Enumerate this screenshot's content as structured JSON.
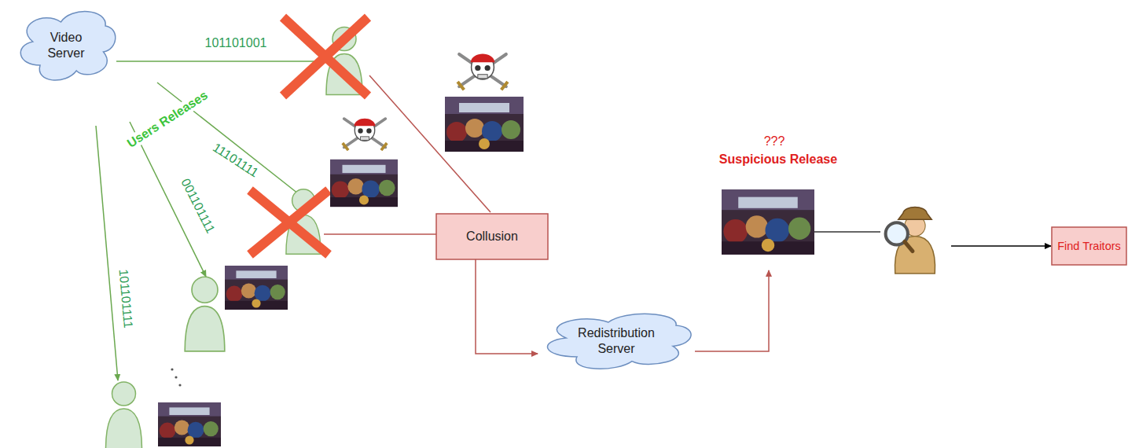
{
  "diagram": {
    "nodes": [
      {
        "text": [
          "Video Server"
        ]
      },
      {
        "text": [
          "Collusion"
        ]
      },
      {
        "text": [
          "Redistribution Server"
        ]
      },
      {
        "text": [
          "Find Traitors"
        ]
      }
    ],
    "edges": [
      {
        "from": 1,
        "to": 2,
        "arrow": "to"
      }
    ],
    "labels": [
      "101101001",
      "Users Releases",
      "11101111",
      "001101111",
      "101101111",
      "???",
      "Suspicious Release"
    ]
  }
}
